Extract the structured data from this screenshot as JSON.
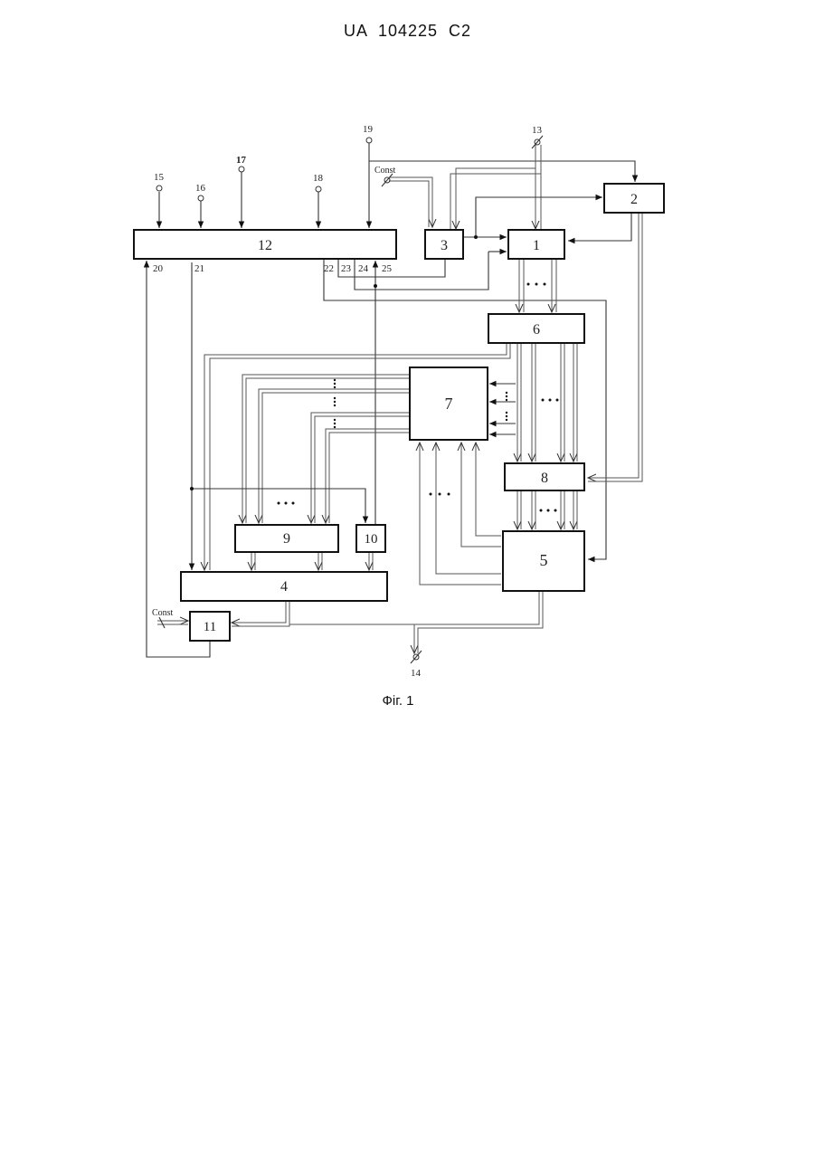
{
  "document": {
    "patent_id": "UA   104225   C2",
    "figure_caption": "Фіг. 1"
  },
  "blocks": {
    "b1": "1",
    "b2": "2",
    "b3": "3",
    "b4": "4",
    "b5": "5",
    "b6": "6",
    "b7": "7",
    "b8": "8",
    "b9": "9",
    "b10": "10",
    "b11": "11",
    "b12": "12"
  },
  "terminals": {
    "t13": "13",
    "t14": "14",
    "t15": "15",
    "t16": "16",
    "t17": "17",
    "t18": "18",
    "t19": "19",
    "t20": "20",
    "t21": "21",
    "t22": "22",
    "t23": "23",
    "t24": "24",
    "t25": "25"
  },
  "constants": {
    "const_top": "Const",
    "const_bottom": "Const"
  },
  "colors": {
    "ink": "#111111",
    "paper": "#ffffff"
  }
}
